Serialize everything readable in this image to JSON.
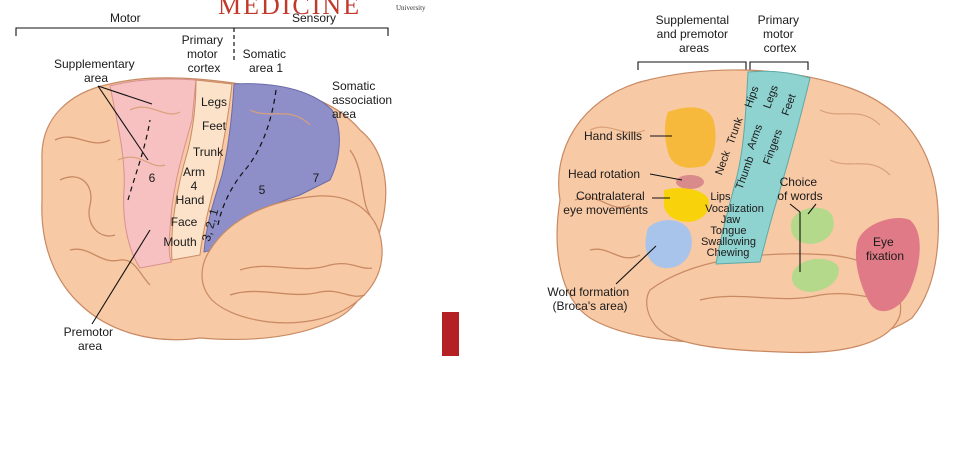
{
  "banner": {
    "text": "MEDICINE",
    "sub": "University"
  },
  "left_figure": {
    "motor_header": "Motor",
    "sensory_header": "Sensory",
    "labels": {
      "supplementary_area": [
        "Supplementary",
        "area"
      ],
      "primary_motor_cortex": [
        "Primary",
        "motor",
        "cortex"
      ],
      "somatic_area_1": [
        "Somatic",
        "area 1"
      ],
      "somatic_association_area": [
        "Somatic",
        "association",
        "area"
      ],
      "premotor_area": [
        "Premotor",
        "area"
      ],
      "body_parts": [
        "Legs",
        "Feet",
        "Trunk",
        "Arm",
        "4",
        "Hand",
        "Face",
        "Mouth"
      ],
      "area_6": "6",
      "area_5": "5",
      "area_7": "7",
      "areas_3_2_1": "3, 2, 1"
    }
  },
  "right_figure": {
    "labels": {
      "supplemental_premotor": [
        "Supplemental",
        "and premotor",
        "areas"
      ],
      "primary_motor_cortex": [
        "Primary",
        "motor",
        "cortex"
      ],
      "hand_skills": "Hand skills",
      "head_rotation": "Head rotation",
      "contralateral_eye": [
        "Contralateral",
        "eye movements"
      ],
      "word_formation": [
        "Word formation",
        "(Broca's area)"
      ],
      "choice_of_words": [
        "Choice",
        "of words"
      ],
      "eye_fixation": [
        "Eye",
        "fixation"
      ],
      "strip_top": [
        "Hips",
        "Legs",
        "Feet",
        "Trunk",
        "Arms",
        "Fingers",
        "Neck",
        "Thumb"
      ],
      "strip_bottom": [
        "Lips",
        "Vocalization",
        "Jaw",
        "Tongue",
        "Swallowing",
        "Chewing"
      ]
    }
  },
  "colors": {
    "brain_skin": "#f7c9a5",
    "premotor_pink": "#f6c1c0",
    "sensory_purple": "#8e8ec8",
    "strip_teal": "#8fd3d1",
    "hand_orange": "#f6b93b",
    "eye_yellow": "#f8d20a",
    "broca_blue": "#a9c4ea",
    "words_green": "#b4d98a",
    "fixation_red": "#e07a86",
    "divider_red": "#b52025"
  }
}
